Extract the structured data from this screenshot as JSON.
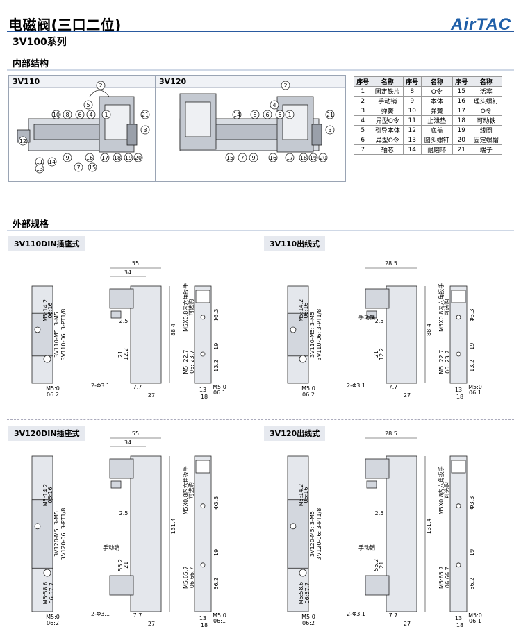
{
  "title": "电磁阀(三口二位)",
  "series": "3V100系列",
  "logo": "AirTAC",
  "sections": {
    "internal": "内部结构",
    "external": "外部规格"
  },
  "internal_panels": {
    "left": {
      "label": "3V110",
      "callouts": [
        "2",
        "5",
        "10",
        "8",
        "6",
        "4",
        "1",
        "21",
        "3",
        "12",
        "11",
        "14",
        "13",
        "9",
        "7",
        "16",
        "15",
        "17",
        "18",
        "19",
        "20"
      ]
    },
    "right": {
      "label": "3V120",
      "callouts": [
        "2",
        "14",
        "8",
        "6",
        "5",
        "4",
        "1",
        "21",
        "3",
        "15",
        "7",
        "9",
        "16",
        "17",
        "18",
        "19",
        "20"
      ]
    }
  },
  "parts_table": {
    "headers": [
      "序号",
      "名称",
      "序号",
      "名称",
      "序号",
      "名称"
    ],
    "rows": [
      [
        "1",
        "固定铁片",
        "8",
        "O令",
        "15",
        "活塞"
      ],
      [
        "2",
        "手动销",
        "9",
        "本体",
        "16",
        "理头螺钉"
      ],
      [
        "3",
        "弹簧",
        "10",
        "弹簧",
        "17",
        "O令"
      ],
      [
        "4",
        "异型O令",
        "11",
        "止泄垫",
        "18",
        "可动铁"
      ],
      [
        "5",
        "引导本体",
        "12",
        "底盖",
        "19",
        "线圈"
      ],
      [
        "6",
        "异型O令",
        "13",
        "圆头螺钉",
        "20",
        "固定螺帽"
      ],
      [
        "7",
        "轴芯",
        "14",
        "耐磨环",
        "21",
        "端子"
      ]
    ]
  },
  "ext_panels": [
    {
      "label": "3V110DIN插座式",
      "side_ports": "3V110-M5: 3-M5\n3V110-06: 3-PT1/8",
      "bottom_ports": [
        "M5:0",
        "06:2"
      ],
      "width_dims": [
        "55",
        "34"
      ],
      "height_dim": "88.4",
      "mid_dims": [
        "2.5",
        "12.2",
        "21",
        "7.7",
        "27"
      ],
      "hole_label": "2-Φ3.1",
      "small_dims": [
        "M5:14.2",
        "06:16"
      ],
      "right_notes": [
        "M5X0.8内六角扳手",
        "可选购"
      ],
      "right_dims": [
        "Φ3.3",
        "19",
        "13.2",
        "M5: 22.7",
        "06: 23.7",
        "M5:0",
        "06:1",
        "13",
        "18"
      ]
    },
    {
      "label": "3V110出线式",
      "side_ports": "3V110-M5: 3-M5\n3V110-06: 3-PT1/8",
      "bottom_ports": [
        "M5:0",
        "06:2"
      ],
      "width_dims": [
        "28.5"
      ],
      "height_dim": "88.4",
      "mid_dims": [
        "2.5",
        "12.2",
        "21",
        "7.7",
        "27"
      ],
      "hole_label": "2-Φ3.1",
      "manual": "手动销",
      "small_dims": [
        "M5:14.2",
        "06:16"
      ],
      "right_notes": [
        "M5X0.8内六角扳手",
        "可选购"
      ],
      "right_dims": [
        "Φ3.3",
        "19",
        "13.2",
        "M5: 22.7",
        "06: 23.7",
        "M5:0",
        "06:1",
        "13",
        "18"
      ]
    },
    {
      "label": "3V120DIN插座式",
      "side_ports": "3V120-M5: 3-M5\n3V120-06: 3-PT1/8",
      "bottom_ports": [
        "M5:0",
        "06:2"
      ],
      "width_dims": [
        "55",
        "34"
      ],
      "height_dim": "131.4",
      "mid_dims": [
        "2.5",
        "21",
        "55.2",
        "7.7",
        "27"
      ],
      "hole_label": "2-Φ3.1",
      "manual": "手动销",
      "small_dims": [
        "M5:14.2",
        "06:16",
        "M5:58.6",
        "06:57.7"
      ],
      "right_notes": [
        "M5X0.8内六角扳手",
        "可选购"
      ],
      "right_dims": [
        "Φ3.3",
        "19",
        "56.2",
        "M5:65.7",
        "06:66.7",
        "M5:0",
        "06:1",
        "13",
        "18"
      ]
    },
    {
      "label": "3V120出线式",
      "side_ports": "3V120-M5: 3-M5\n3V120-06: 3-PT1/8",
      "bottom_ports": [
        "M5:0",
        "06:2"
      ],
      "width_dims": [
        "28.5"
      ],
      "height_dim": "131.4",
      "mid_dims": [
        "2.5",
        "21",
        "55.2",
        "7.7",
        "27"
      ],
      "hole_label": "2-Φ3.1",
      "manual": "手动销",
      "small_dims": [
        "M5:14.2",
        "06:16",
        "M5:58.6",
        "06:57.7"
      ],
      "right_notes": [
        "M5X0.8内六角扳手",
        "可选购"
      ],
      "right_dims": [
        "Φ3.3",
        "19",
        "56.2",
        "M5:65.7",
        "06:66.7",
        "M5:0",
        "06:1",
        "13",
        "18"
      ]
    }
  ]
}
